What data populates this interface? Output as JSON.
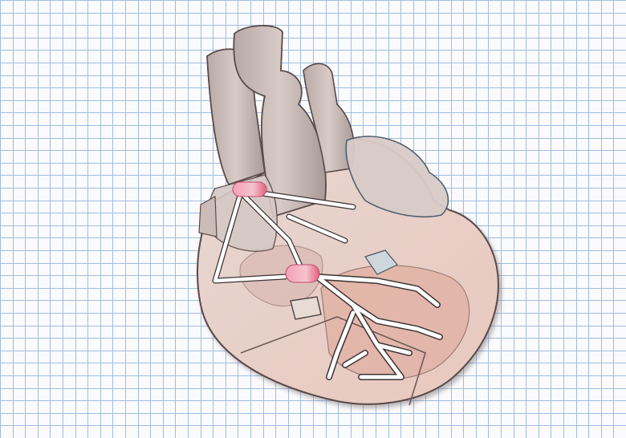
{
  "figure": {
    "background": "graph-paper-grid",
    "subject": "heart-cross-section",
    "text_labels": []
  },
  "colors": {
    "paper": "#fbfbfd",
    "grid_line": "#9fbde0",
    "grid_line_light": "#c8daef",
    "heart_tissue": "#ead2c8",
    "heart_outline": "#5a4a48",
    "vessel": "#c9b9b5",
    "node": "#f08aa6",
    "conduction_path": "#ffffff"
  },
  "annotated_structures": [
    {
      "name": "sinoatrial-node",
      "icon": "node-marker"
    },
    {
      "name": "atrioventricular-node",
      "icon": "node-marker"
    },
    {
      "name": "bundle-branches",
      "icon": "conduction-path"
    },
    {
      "name": "purkinje-fibers",
      "icon": "conduction-path"
    }
  ]
}
